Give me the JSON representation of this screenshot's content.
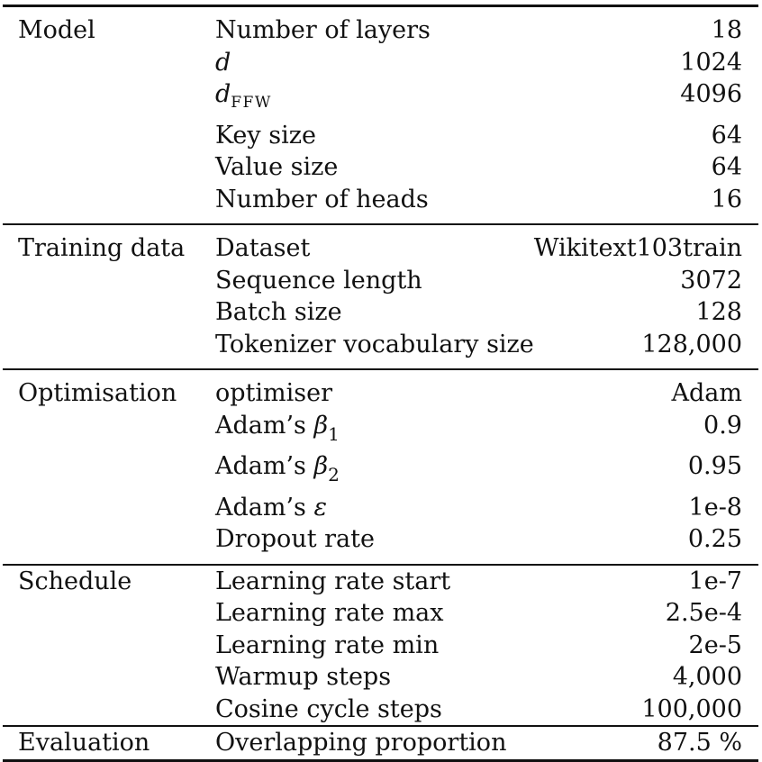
{
  "groups": [
    {
      "section": "Model",
      "rows": [
        {
          "param": "Number of layers",
          "value": "18"
        },
        {
          "param_base": "d",
          "value": "1024"
        },
        {
          "param_base": "d",
          "param_sub": "FFW",
          "value": "4096"
        },
        {
          "param": "Key size",
          "value": "64"
        },
        {
          "param": "Value size",
          "value": "64"
        },
        {
          "param": "Number of heads",
          "value": "16"
        }
      ]
    },
    {
      "section": "Training data",
      "rows": [
        {
          "param": "Dataset",
          "value": "Wikitext103train"
        },
        {
          "param": "Sequence length",
          "value": "3072"
        },
        {
          "param": "Batch size",
          "value": "128"
        },
        {
          "param": "Tokenizer vocabulary size",
          "value": "128,000"
        }
      ]
    },
    {
      "section": "Optimisation",
      "rows": [
        {
          "param": "optimiser",
          "value": "Adam"
        },
        {
          "param_prefix": "Adam’s ",
          "param_sym": "β",
          "param_sub": "1",
          "value": "0.9"
        },
        {
          "param_prefix": "Adam’s ",
          "param_sym": "β",
          "param_sub": "2",
          "value": "0.95"
        },
        {
          "param_prefix": "Adam’s ",
          "param_sym": "ε",
          "value": "1e-8"
        },
        {
          "param": "Dropout rate",
          "value": "0.25"
        }
      ]
    },
    {
      "section": "Schedule",
      "rows": [
        {
          "param": "Learning rate start",
          "value": "1e-7"
        },
        {
          "param": "Learning rate max",
          "value": "2.5e-4"
        },
        {
          "param": "Learning rate min",
          "value": "2e-5"
        },
        {
          "param": "Warmup steps",
          "value": "4,000"
        },
        {
          "param": "Cosine cycle steps",
          "value": "100,000"
        }
      ]
    },
    {
      "section": "Evaluation",
      "rows": [
        {
          "param": "Overlapping proportion",
          "value": "87.5 %"
        }
      ]
    }
  ]
}
